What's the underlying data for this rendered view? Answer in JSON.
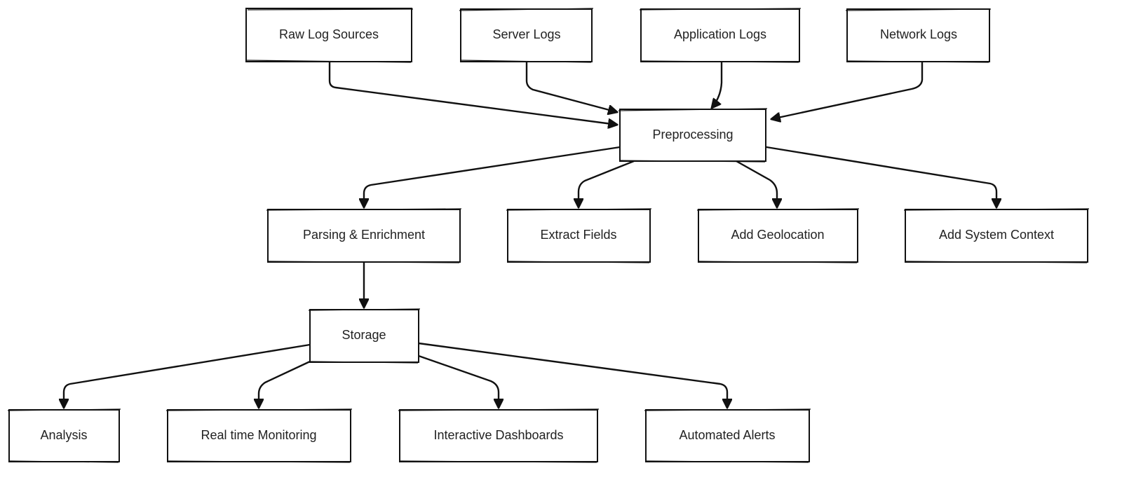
{
  "diagram": {
    "nodes": {
      "raw": "Raw Log Sources",
      "server": "Server Logs",
      "app": "Application Logs",
      "network": "Network Logs",
      "pre": "Preprocessing",
      "parse": "Parsing & Enrichment",
      "extract": "Extract Fields",
      "geo": "Add Geolocation",
      "ctx": "Add System Context",
      "storage": "Storage",
      "analysis": "Analysis",
      "rtm": "Real time Monitoring",
      "dash": "Interactive Dashboards",
      "alerts": "Automated Alerts"
    },
    "edges": [
      [
        "raw",
        "pre"
      ],
      [
        "server",
        "pre"
      ],
      [
        "app",
        "pre"
      ],
      [
        "network",
        "pre"
      ],
      [
        "pre",
        "parse"
      ],
      [
        "pre",
        "extract"
      ],
      [
        "pre",
        "geo"
      ],
      [
        "pre",
        "ctx"
      ],
      [
        "parse",
        "storage"
      ],
      [
        "storage",
        "analysis"
      ],
      [
        "storage",
        "rtm"
      ],
      [
        "storage",
        "dash"
      ],
      [
        "storage",
        "alerts"
      ]
    ]
  }
}
